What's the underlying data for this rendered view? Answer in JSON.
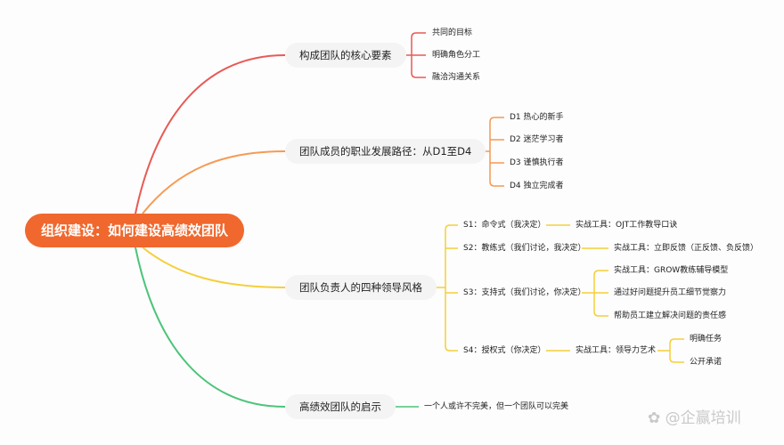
{
  "root": "组织建设：如何建设高绩效团队",
  "branches": [
    {
      "label": "构成团队的核心要素",
      "color": "#e85a55",
      "items": [
        "共同的目标",
        "明确角色分工",
        "融洽沟通关系"
      ]
    },
    {
      "label": "团队成员的职业发展路径：从D1至D4",
      "color": "#f59a55",
      "items": [
        "D1 热心的新手",
        "D2 迷茫学习者",
        "D3 谨慎执行者",
        "D4 独立完成者"
      ]
    },
    {
      "label": "团队负责人的四种领导风格",
      "color": "#f5cf3a",
      "styles": [
        {
          "label": "S1：命令式（我决定）",
          "tools": [
            "实战工具：OJT工作教导口诀"
          ]
        },
        {
          "label": "S2：教练式（我们讨论，我决定）",
          "tools": [
            "实战工具：立即反馈（正反馈、负反馈）"
          ]
        },
        {
          "label": "S3：支持式（我们讨论，你决定）",
          "tools": [
            "实战工具：GROW教练辅导模型",
            "通过好问题提升员工细节觉察力",
            "帮助员工建立解决问题的责任感"
          ]
        },
        {
          "label": "S4：授权式（你决定）",
          "tools": [
            "实战工具：领导力艺术"
          ],
          "subitems": [
            "明确任务",
            "公开承诺"
          ]
        }
      ]
    },
    {
      "label": "高绩效团队的启示",
      "color": "#4cc47a",
      "note": "一个人或许不完美，但一个团队可以完美"
    }
  ],
  "watermark": "企赢培训"
}
